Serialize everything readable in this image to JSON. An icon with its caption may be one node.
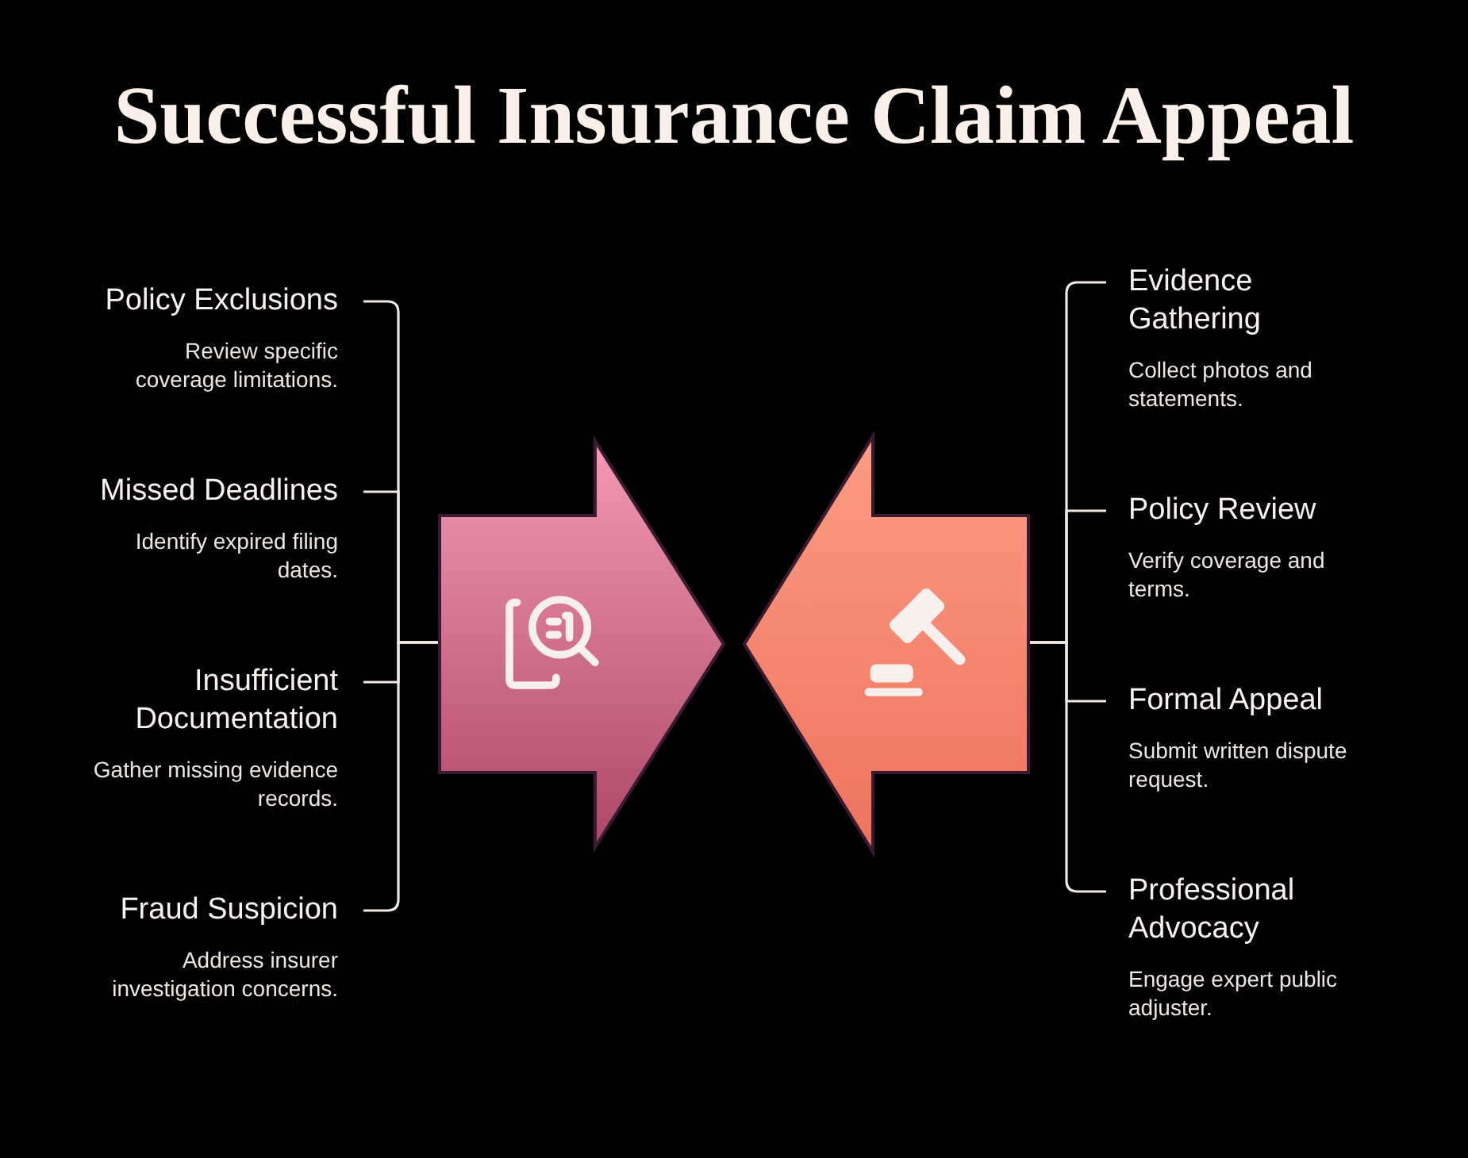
{
  "diagram": {
    "title": "Successful Insurance Claim Appeal",
    "nodes": [
      {
        "text": [
          "Policy Exclusions",
          "Review specific coverage limitations."
        ]
      },
      {
        "text": [
          "Missed Deadlines",
          "Identify expired filing dates."
        ]
      },
      {
        "text": [
          "Insufficient Documentation",
          "Gather missing evidence records."
        ]
      },
      {
        "text": [
          "Fraud Suspicion",
          "Address insurer investigation concerns."
        ]
      },
      {
        "text": [],
        "shape": "arrow"
      },
      {
        "text": [],
        "shape": "arrow"
      },
      {
        "text": [
          "Evidence Gathering",
          "Collect photos and statements."
        ]
      },
      {
        "text": [
          "Policy Review",
          "Verify coverage and terms."
        ]
      },
      {
        "text": [
          "Formal Appeal",
          "Submit written dispute request."
        ]
      },
      {
        "text": [
          "Professional Advocacy",
          "Engage expert public adjuster."
        ]
      }
    ],
    "edges": [
      {
        "from": 0,
        "to": 4,
        "arrow": "none"
      },
      {
        "from": 1,
        "to": 4,
        "arrow": "none"
      },
      {
        "from": 2,
        "to": 4,
        "arrow": "none"
      },
      {
        "from": 3,
        "to": 4,
        "arrow": "none"
      },
      {
        "from": 6,
        "to": 5,
        "arrow": "none"
      },
      {
        "from": 7,
        "to": 5,
        "arrow": "none"
      },
      {
        "from": 8,
        "to": 5,
        "arrow": "none"
      },
      {
        "from": 9,
        "to": 5,
        "arrow": "none"
      }
    ]
  }
}
